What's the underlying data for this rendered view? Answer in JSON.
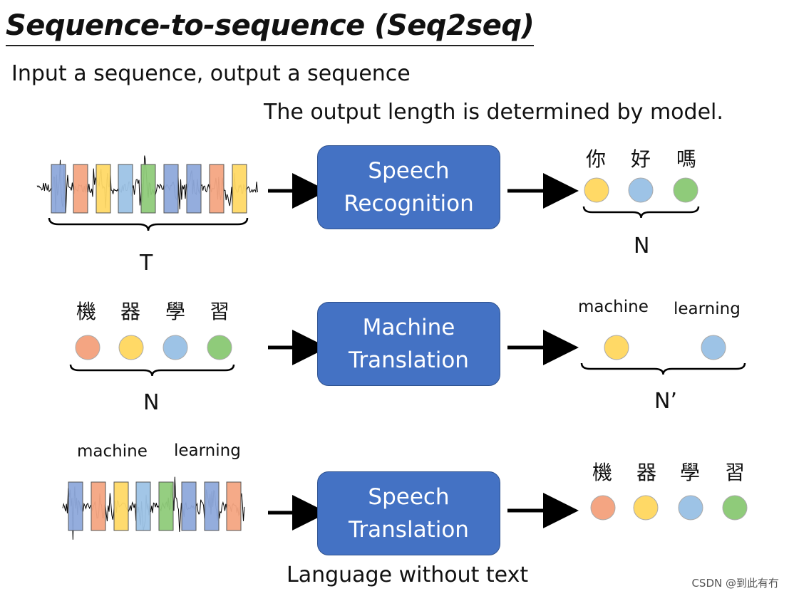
{
  "header": {
    "title": "Sequence-to-sequence (Seq2seq)",
    "subtitle": "Input a sequence, output a sequence",
    "note": "The output length is determined by model."
  },
  "rows": [
    {
      "box_lines": [
        "Speech",
        "Recognition"
      ],
      "input_brace_label": "T",
      "output_tokens": [
        "你",
        "好",
        "嗎"
      ],
      "output_brace_label": "N"
    },
    {
      "box_lines": [
        "Machine",
        "Translation"
      ],
      "input_tokens": [
        "機",
        "器",
        "學",
        "習"
      ],
      "input_brace_label": "N",
      "output_words": [
        "machine",
        "learning"
      ],
      "output_brace_label": "N’"
    },
    {
      "box_lines": [
        "Speech",
        "Translation"
      ],
      "input_words": [
        "machine",
        "learning"
      ],
      "output_tokens": [
        "機",
        "器",
        "學",
        "習"
      ]
    }
  ],
  "footer": {
    "caption": "Language without text"
  },
  "watermark": "CSDN @到此有冇",
  "colors": {
    "box": "#4472C4",
    "orange": "#F4A582",
    "yellow": "#FFD966",
    "blue": "#9DC3E6",
    "green": "#8FCB7A",
    "purple_blue": "#8EA9DB"
  }
}
